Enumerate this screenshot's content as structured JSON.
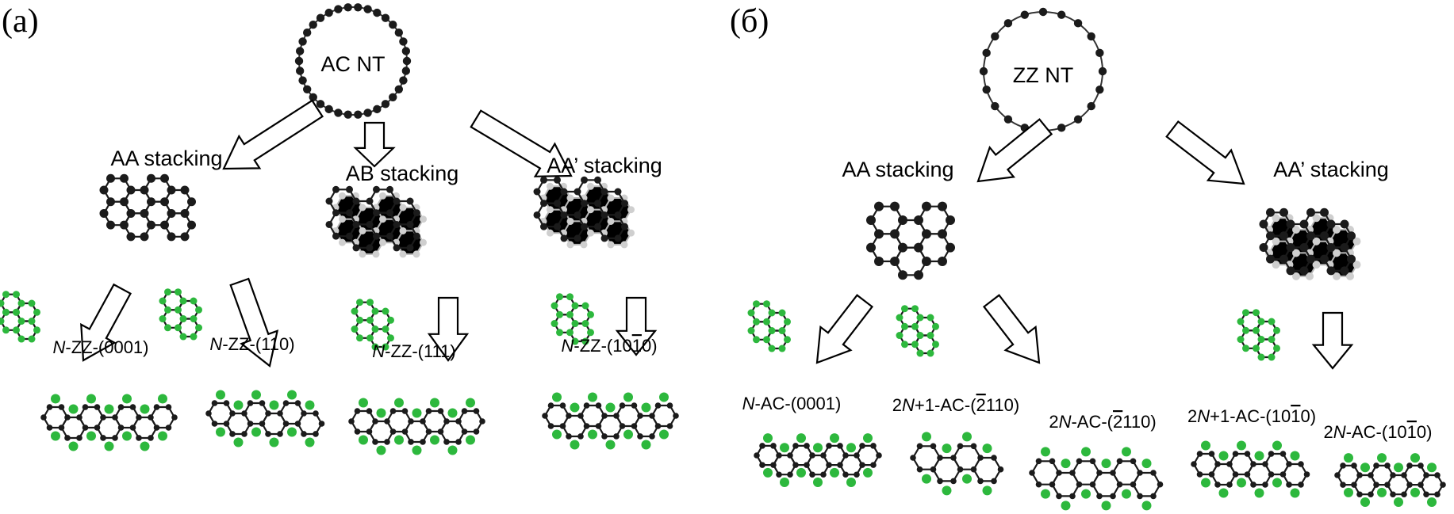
{
  "panels": [
    {
      "label": "(a)",
      "tube": "AC NT",
      "stackings": [
        "AA stacking",
        "AB stacking",
        "AA’ stacking"
      ],
      "surfaces": [
        {
          "italic": "N",
          "rest": "-ZZ-(0001)"
        },
        {
          "italic": "N",
          "rest": "-ZZ-(110)"
        },
        {
          "italic": "N",
          "rest": "-ZZ-(111)"
        },
        {
          "italic": "N",
          "rest": "-ZZ-(10",
          "bar": "1",
          "tail": "0)"
        }
      ]
    },
    {
      "label": "(б)",
      "tube": "ZZ NT",
      "stackings": [
        "AA stacking",
        "AA’ stacking"
      ],
      "surfaces": [
        {
          "italic": "N",
          "rest": "-AC-(0001)"
        },
        {
          "pre": "2",
          "italic": "N",
          "rest": "+1-AC-(",
          "bar": "2",
          "tail": "110)"
        },
        {
          "pre": "2",
          "italic": "N",
          "rest": "-AC-(",
          "bar": "2",
          "tail": "110)"
        },
        {
          "pre": "2",
          "italic": "N",
          "rest": "+1-AC-(10",
          "bar": "1",
          "tail": "0)"
        },
        {
          "pre": "2",
          "italic": "N",
          "rest": "-AC-(10",
          "bar": "1",
          "tail": "0)"
        }
      ]
    }
  ],
  "colors": {
    "atom_black": "#1b1b1b",
    "atom_grey": "#cfcfcf",
    "atom_green": "#2db83d"
  }
}
